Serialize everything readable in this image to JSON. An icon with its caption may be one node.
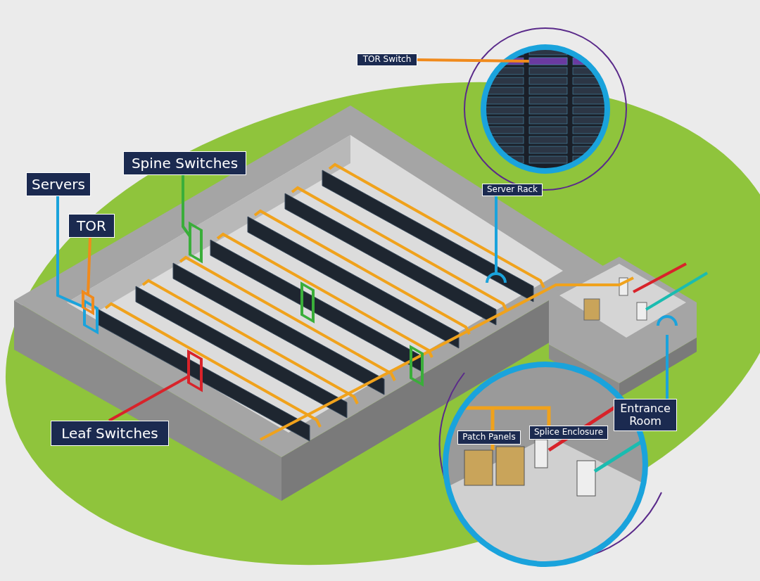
{
  "diagram": {
    "nodes": [
      {
        "text": [
          "Servers"
        ]
      },
      {
        "text": [
          "TOR"
        ]
      },
      {
        "text": [
          "Spine Switches"
        ]
      },
      {
        "text": [
          "Leaf Switches"
        ]
      },
      {
        "text": [
          "TOR Switch"
        ]
      },
      {
        "text": [
          "Server Rack"
        ]
      },
      {
        "text": [
          "Entrance Room"
        ]
      },
      {
        "text": [
          "Patch Panels"
        ]
      },
      {
        "text": [
          "Splice Enclosure"
        ]
      },
      {
        "text": [],
        "shape": "box"
      },
      {
        "text": [],
        "shape": "box"
      },
      {
        "text": [],
        "shape": "box"
      },
      {
        "text": [],
        "shape": "box"
      },
      {
        "text": [],
        "shape": "circle"
      },
      {
        "text": [],
        "shape": "circle"
      },
      {
        "text": [],
        "shape": "bar"
      }
    ],
    "edges": [
      {
        "from": 0,
        "to": 9,
        "arrow": "none",
        "color": "#1aa3dc"
      },
      {
        "from": 1,
        "to": 10,
        "arrow": "none",
        "color": "#f08a1c"
      },
      {
        "from": 2,
        "to": 11,
        "arrow": "none",
        "color": "#3aae3a"
      },
      {
        "from": 3,
        "to": 12,
        "arrow": "none",
        "color": "#d8232a"
      },
      {
        "from": 4,
        "to": 15,
        "arrow": "none",
        "color": "#f08a1c"
      },
      {
        "from": 5,
        "to": 13,
        "arrow": "none",
        "color": "#1aa3dc"
      },
      {
        "from": 6,
        "to": 14,
        "arrow": "none",
        "color": "#1aa3dc"
      }
    ]
  }
}
